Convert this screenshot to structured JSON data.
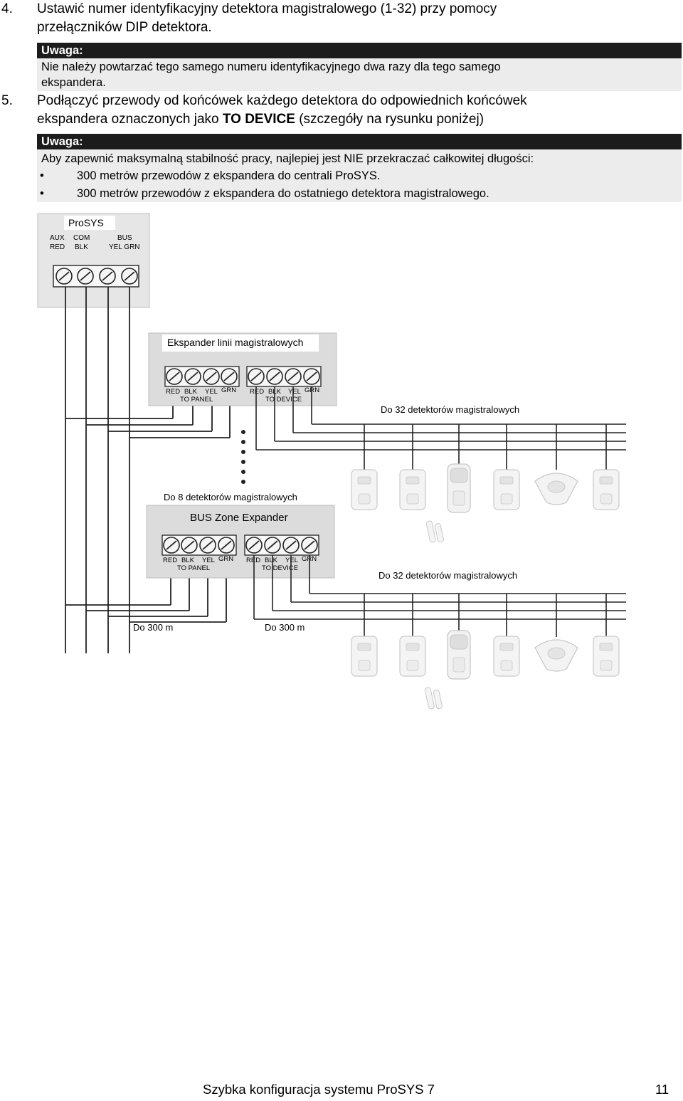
{
  "step4": {
    "number": "4.",
    "line1": "Ustawić numer identyfikacyjny detektora magistralowego (1-32) przy pomocy",
    "line2": "przełączników DIP detektora."
  },
  "note1": {
    "heading": "Uwaga:",
    "line1": "Nie należy powtarzać tego samego numeru identyfikacyjnego dwa razy dla tego samego",
    "line2": "ekspandera."
  },
  "step5": {
    "number": "5.",
    "line1": "Podłączyć przewody od końcówek każdego detektora do odpowiednich końcówek",
    "line2_before": "ekspandera oznaczonych jako ",
    "line2_bold": "TO DEVICE",
    "line2_after": " (szczegóły na rysunku poniżej)"
  },
  "note2": {
    "heading": "Uwaga:",
    "intro": "Aby zapewnić maksymalną stabilność pracy, najlepiej jest NIE przekraczać całkowitej długości:",
    "bullet_symbol": "•",
    "bullets": [
      "300 metrów przewodów z ekspandera do centrali ProSYS.",
      "300 metrów przewodów z ekspandera do ostatniego detektora magistralowego."
    ]
  },
  "diagram": {
    "panel": {
      "title": "ProSYS",
      "aux": "AUX",
      "com": "COM",
      "bus": "BUS",
      "red": "RED",
      "blk": "BLK",
      "yel_grn": "YEL GRN"
    },
    "expander1": {
      "title": "Ekspander linii magistralowych",
      "terminal_labels": [
        "RED",
        "BLK",
        "YEL",
        "GRN"
      ],
      "to_panel": "TO PANEL",
      "to_device": "TO DEVICE"
    },
    "expander2": {
      "title": "BUS Zone Expander",
      "terminal_labels": [
        "RED",
        "BLK",
        "YEL",
        "GRN"
      ],
      "to_panel": "TO PANEL",
      "to_device": "TO DEVICE"
    },
    "label_up_to_32_top": "Do 32 detektorów magistralowych",
    "label_up_to_8": "Do 8 detektorów magistralowych",
    "label_up_to_32_bottom": "Do 32 detektorów magistralowych",
    "distance_left": "Do 300 m",
    "distance_right": "Do 300 m",
    "colors": {
      "wire": "#222222",
      "box": "#dcdcdc",
      "panel_bg": "#e6e6e6"
    }
  },
  "footer": {
    "title": "Szybka konfiguracja systemu ProSYS 7",
    "page": "11"
  }
}
